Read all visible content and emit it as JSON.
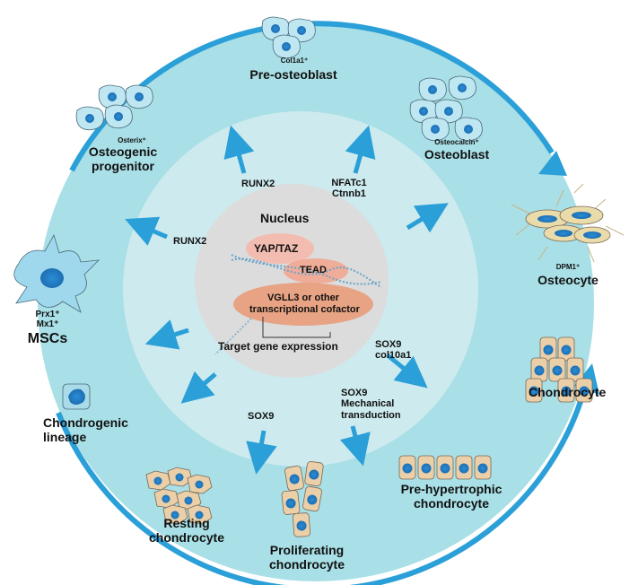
{
  "nucleus": {
    "title": "Nucleus",
    "yap_taz": "YAP/TAZ",
    "tead": "TEAD",
    "cofactor_line1": "VGLL3 or other",
    "cofactor_line2": "transcriptional cofactor",
    "target": "Target gene expression"
  },
  "cells": {
    "pre_osteoblast": {
      "marker": "Col1a1⁺",
      "name": "Pre-osteoblast"
    },
    "osteogenic_progenitor": {
      "marker": "Osterix⁺",
      "name_line1": "Osteogenic",
      "name_line2": "progenitor"
    },
    "osteoblast": {
      "marker": "Osteocalcin⁺",
      "name": "Osteoblast"
    },
    "osteocyte": {
      "marker": "DPM1⁺",
      "name": "Osteocyte"
    },
    "mscs": {
      "marker1": "Prx1⁺",
      "marker2": "Mx1⁺",
      "name": "MSCs"
    },
    "chondrocyte": {
      "name": "Chondrocyte"
    },
    "chondrogenic": {
      "name_line1": "Chondrogenic",
      "name_line2": "lineage"
    },
    "resting": {
      "name_line1": "Resting",
      "name_line2": "chondrocyte"
    },
    "proliferating": {
      "name_line1": "Proliferating",
      "name_line2": "chondrocyte"
    },
    "pre_hypertrophic": {
      "name_line1": "Pre-hypertrophic",
      "name_line2": "chondrocyte"
    }
  },
  "factors": {
    "runx2_top": "RUNX2",
    "runx2_left": "RUNX2",
    "nfatc1": "NFATc1",
    "ctnnb1": "Ctnnb1",
    "sox9_right": "SOX9",
    "col10a1": "col10a1",
    "sox9_mech": "SOX9",
    "mech_line1": "Mechanical",
    "mech_line2": "transduction",
    "sox9_bottom": "SOX9"
  },
  "colors": {
    "outer": "#a9dfe6",
    "middle": "#cdeaee",
    "inner": "#dcdcdc",
    "arrow": "#2a9fd8",
    "cell_blue": "#9fd8ec",
    "nucleus_blue": "#2c8fd4",
    "chondro_tan": "#eacfa8",
    "pill_pink": "#f3bcb0",
    "pill_orange": "#e7a383"
  }
}
